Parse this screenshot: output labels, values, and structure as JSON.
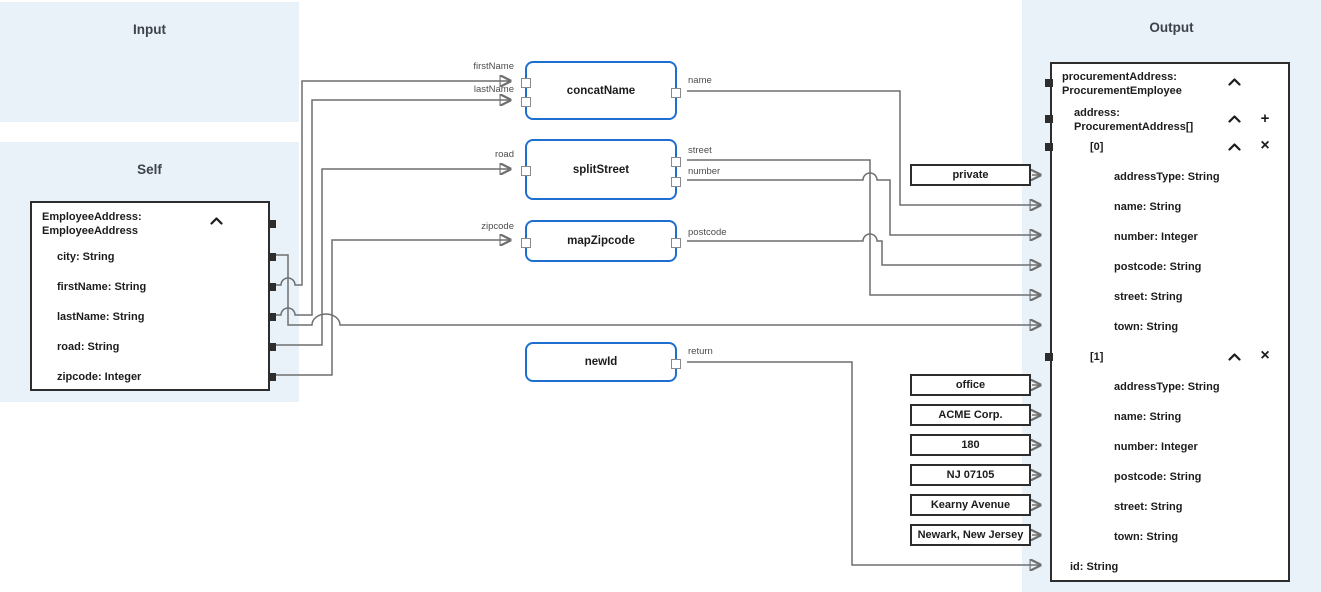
{
  "colors": {
    "panel_blue": "#e9f2f9",
    "function_border_blue": "#1f6fd1",
    "wire_gray": "#6f6f6f",
    "box_border": "#2d2d2d"
  },
  "panels": {
    "input_title": "Input",
    "self_title": "Self",
    "output_title": "Output"
  },
  "self_tree": {
    "root_line1": "EmployeeAddress:",
    "root_line2": "EmployeeAddress",
    "fields": [
      "city: String",
      "firstName: String",
      "lastName: String",
      "road: String",
      "zipcode: Integer"
    ]
  },
  "functions": {
    "concat_name": {
      "label": "concatName",
      "input1_label": "firstName",
      "input2_label": "lastName",
      "output1_label": "name"
    },
    "split_street": {
      "label": "splitStreet",
      "input1_label": "road",
      "output1_label": "street",
      "output2_label": "number"
    },
    "map_zipcode": {
      "label": "mapZipcode",
      "input1_label": "zipcode",
      "output1_label": "postcode"
    },
    "new_id": {
      "label": "newId",
      "output1_label": "return"
    }
  },
  "constants": {
    "address_type_0": "private",
    "address_type_1": "office",
    "name_1": "ACME Corp.",
    "number_1": "180",
    "postcode_1": "NJ 07105",
    "street_1": "Kearny Avenue",
    "town_1": "Newark, New Jersey"
  },
  "output_tree": {
    "root_line1": "procurementAddress:",
    "root_line2": "ProcurementEmployee",
    "address_line1": "address:",
    "address_line2": "ProcurementAddress[]",
    "item0_label": "[0]",
    "item0_fields": [
      "addressType: String",
      "name: String",
      "number: Integer",
      "postcode: String",
      "street: String",
      "town: String"
    ],
    "item1_label": "[1]",
    "item1_fields": [
      "addressType: String",
      "name: String",
      "number: Integer",
      "postcode: String",
      "street: String",
      "town: String"
    ],
    "id_label": "id: String"
  }
}
